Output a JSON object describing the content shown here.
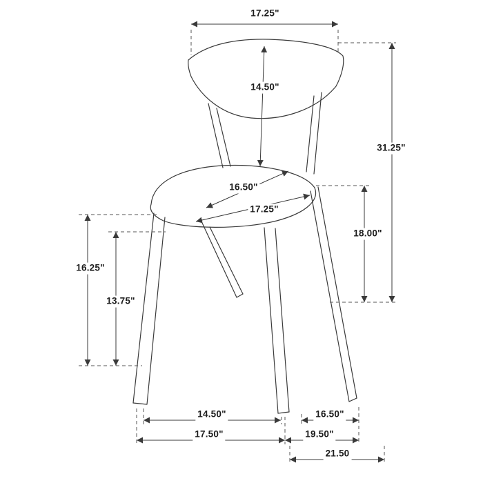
{
  "diagram": {
    "subject": "Dining chair dimension drawing",
    "line_color": "#3a3a3a",
    "dimensions": {
      "top_width": "17.25\"",
      "backrest_height": "14.50\"",
      "overall_height": "31.25\"",
      "seat_diagonal_depth": "16.50\"",
      "seat_diagonal_width": "17.25\"",
      "seat_height": "18.00\"",
      "seat_side_height": "16.25\"",
      "apron_height": "13.75\"",
      "front_leg_spread": "14.50\"",
      "side_leg_spread": "16.50\"",
      "base_front_width": "17.50\"",
      "base_side_depth": "19.50\"",
      "overall_depth": "21.50"
    }
  }
}
